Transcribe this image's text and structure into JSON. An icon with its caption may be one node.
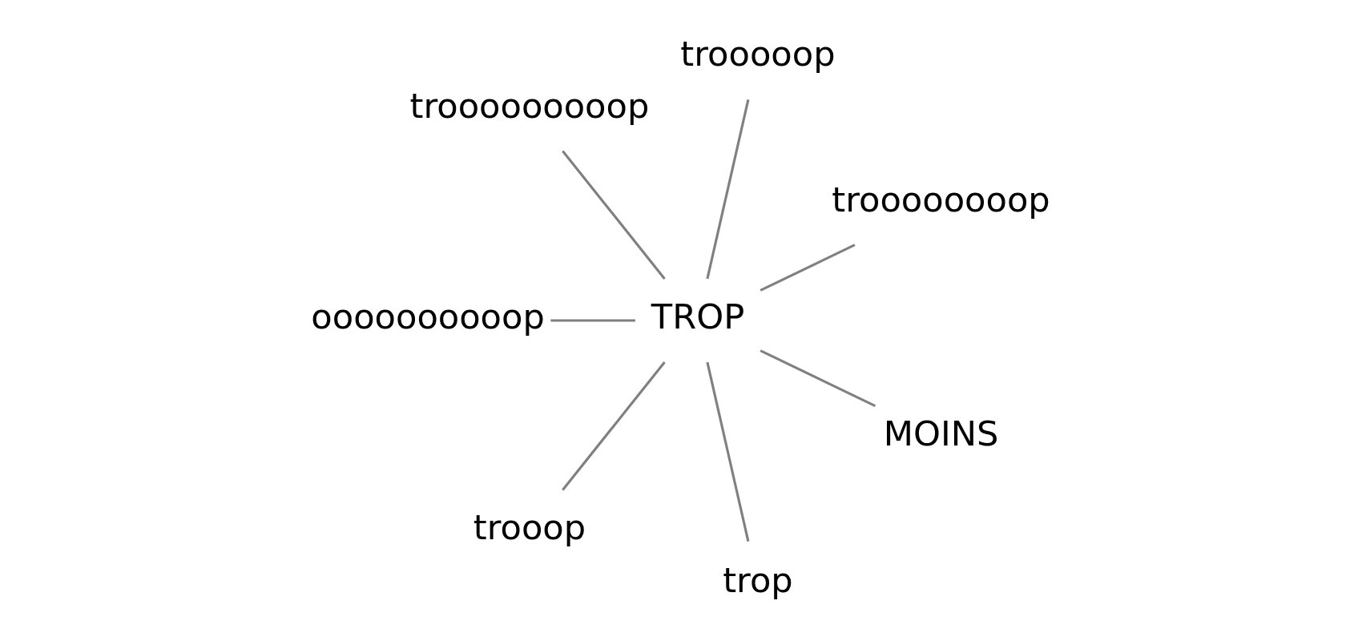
{
  "diagram": {
    "nodes": [
      {
        "text": [
          "trooooop"
        ]
      },
      {
        "text": [
          "trooooooooop"
        ]
      },
      {
        "text": [
          "troooooooop"
        ]
      },
      {
        "text": [
          "TROP"
        ]
      },
      {
        "text": [
          "oooooooooop"
        ]
      },
      {
        "text": [
          "MOINS"
        ]
      },
      {
        "text": [
          "trooop"
        ]
      },
      {
        "text": [
          "trop"
        ]
      }
    ],
    "edges": [
      {
        "from": 3,
        "to": 2,
        "arrow": "none"
      },
      {
        "from": 3,
        "to": 0,
        "arrow": "none"
      },
      {
        "from": 3,
        "to": 1,
        "arrow": "none"
      },
      {
        "from": 3,
        "to": 4,
        "arrow": "none"
      },
      {
        "from": 3,
        "to": 6,
        "arrow": "none"
      },
      {
        "from": 3,
        "to": 7,
        "arrow": "none"
      },
      {
        "from": 3,
        "to": 5,
        "arrow": "none"
      }
    ]
  }
}
